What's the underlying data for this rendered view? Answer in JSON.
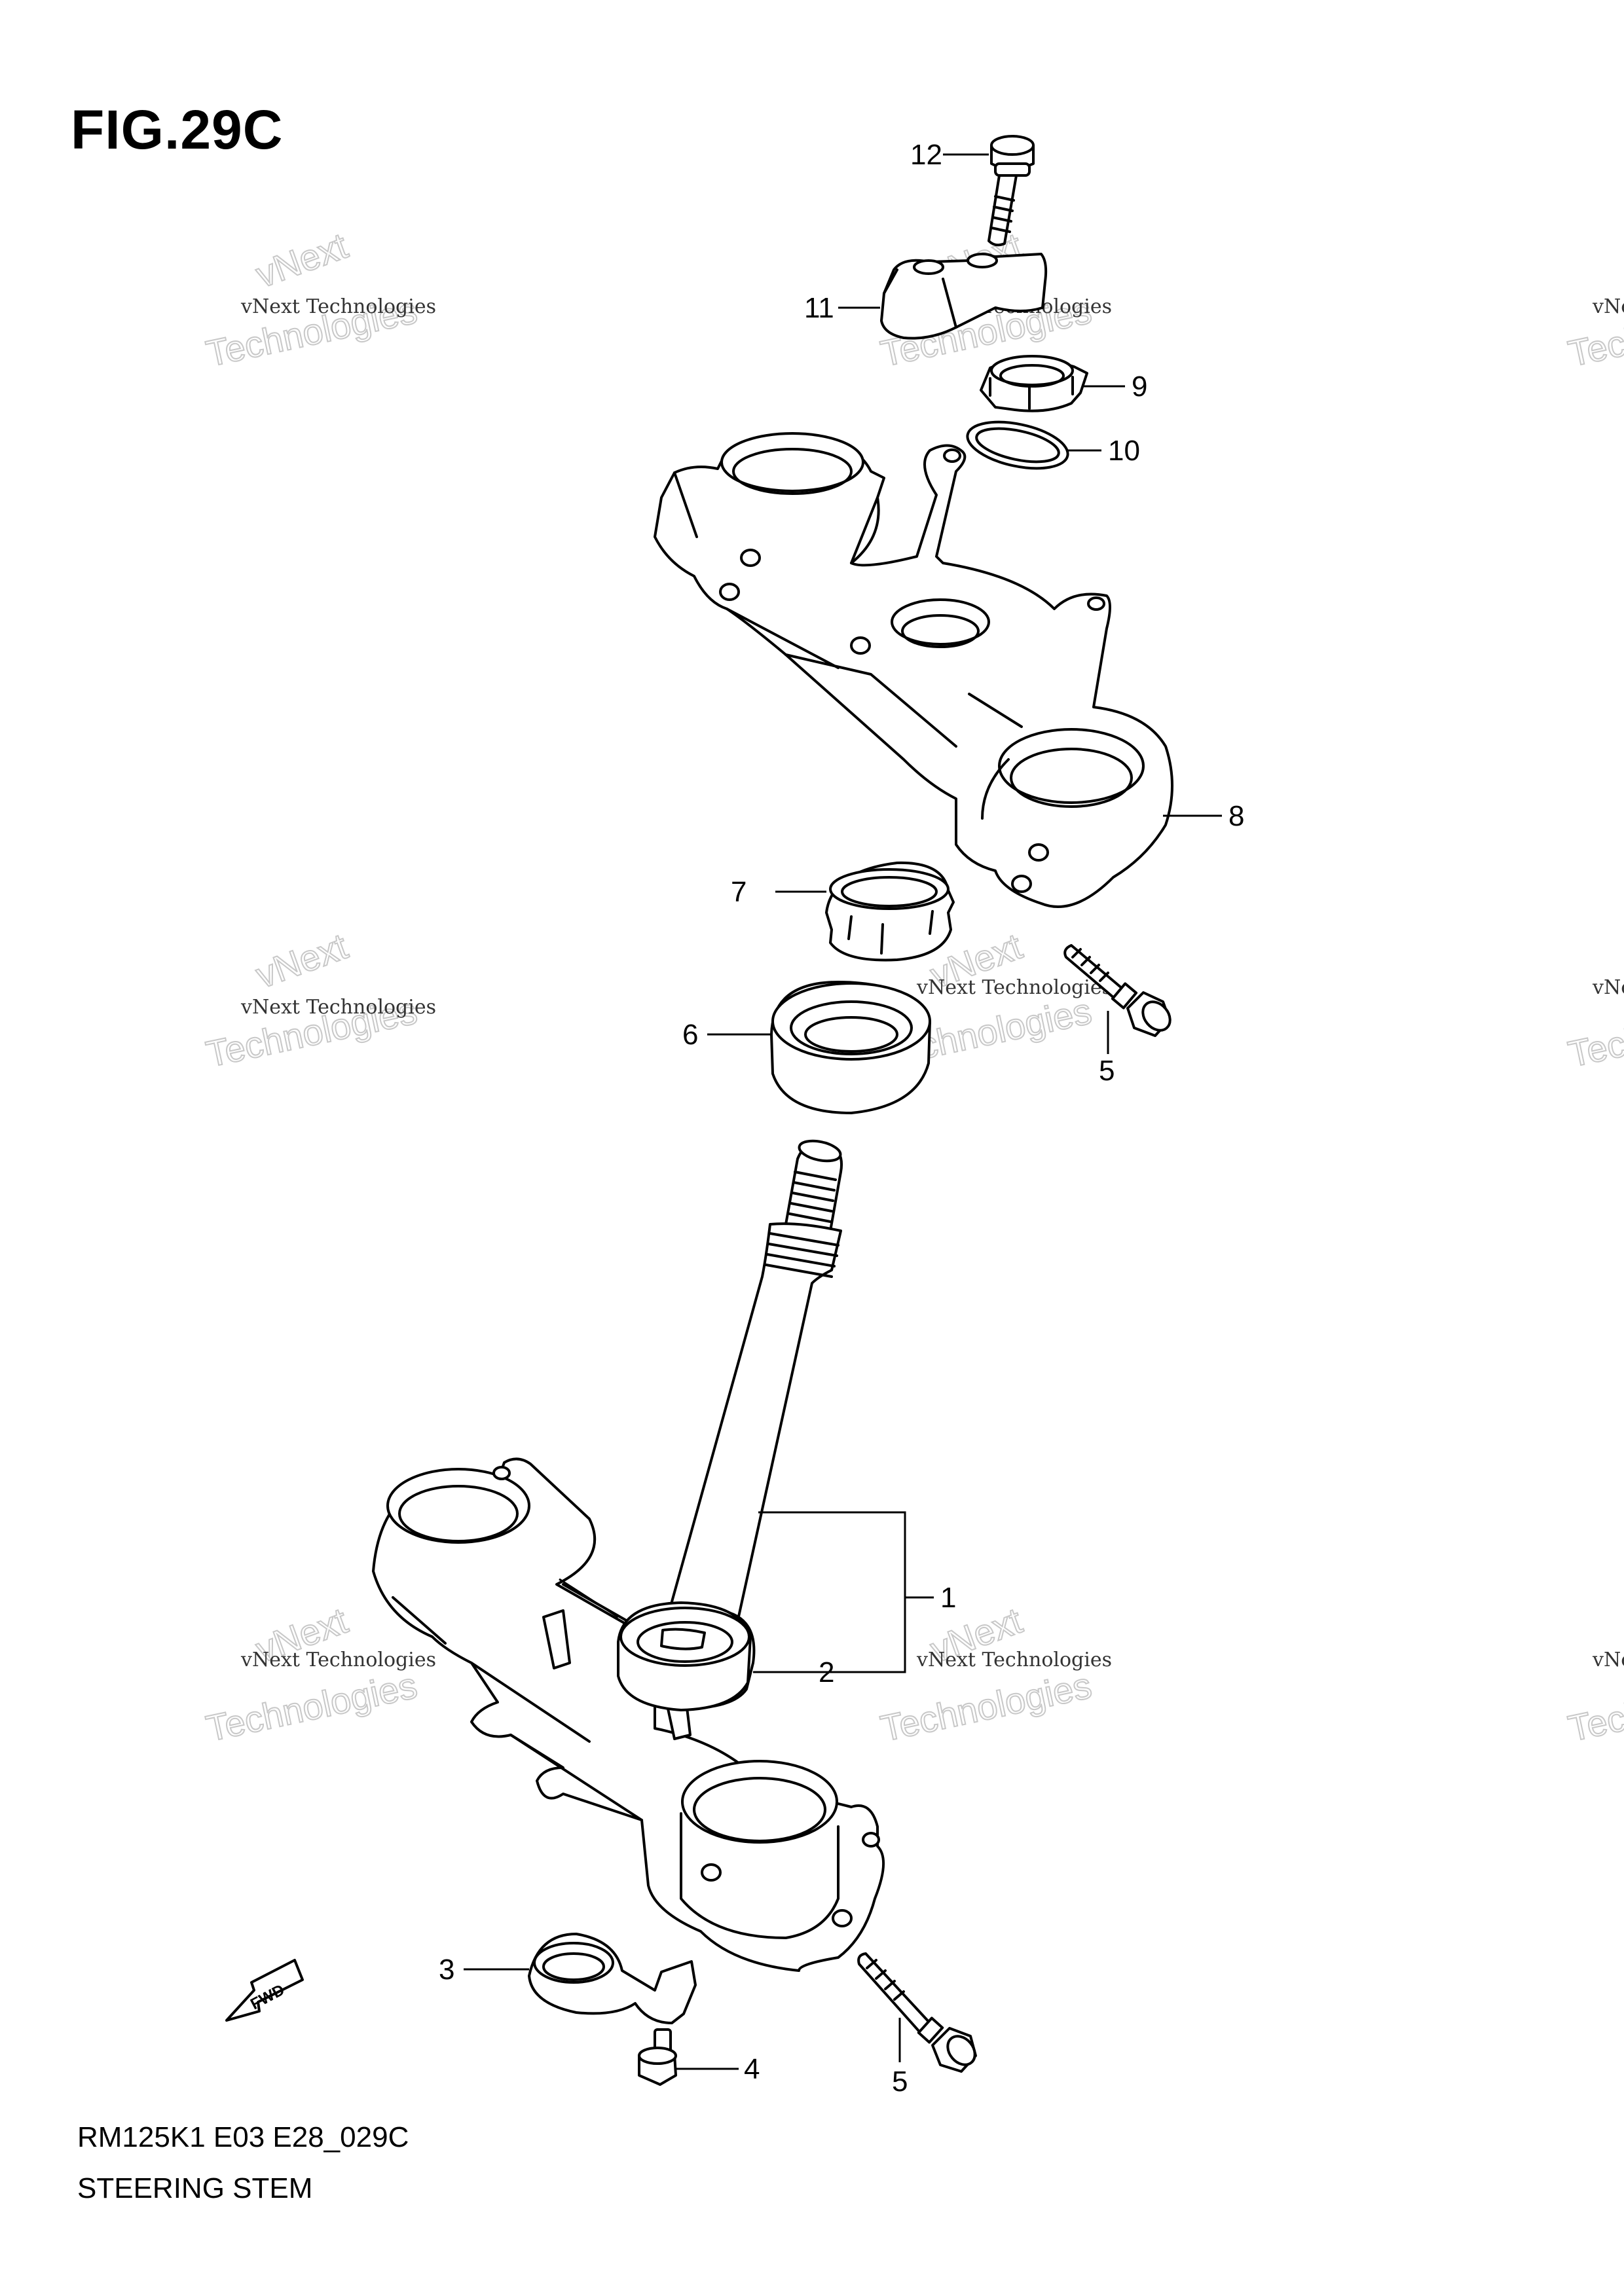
{
  "figure": {
    "title": "FIG.29C",
    "model_code": "RM125K1 E03 E28_029C",
    "name": "STEERING STEM"
  },
  "watermark": {
    "line1": "vNext Technologies",
    "line2": "vNext",
    "line3": "Technologies"
  },
  "fwd_label": "FWD",
  "callouts": [
    "12",
    "11",
    "9",
    "10",
    "8",
    "7",
    "6",
    "5",
    "1",
    "2",
    "3",
    "4",
    "5"
  ]
}
